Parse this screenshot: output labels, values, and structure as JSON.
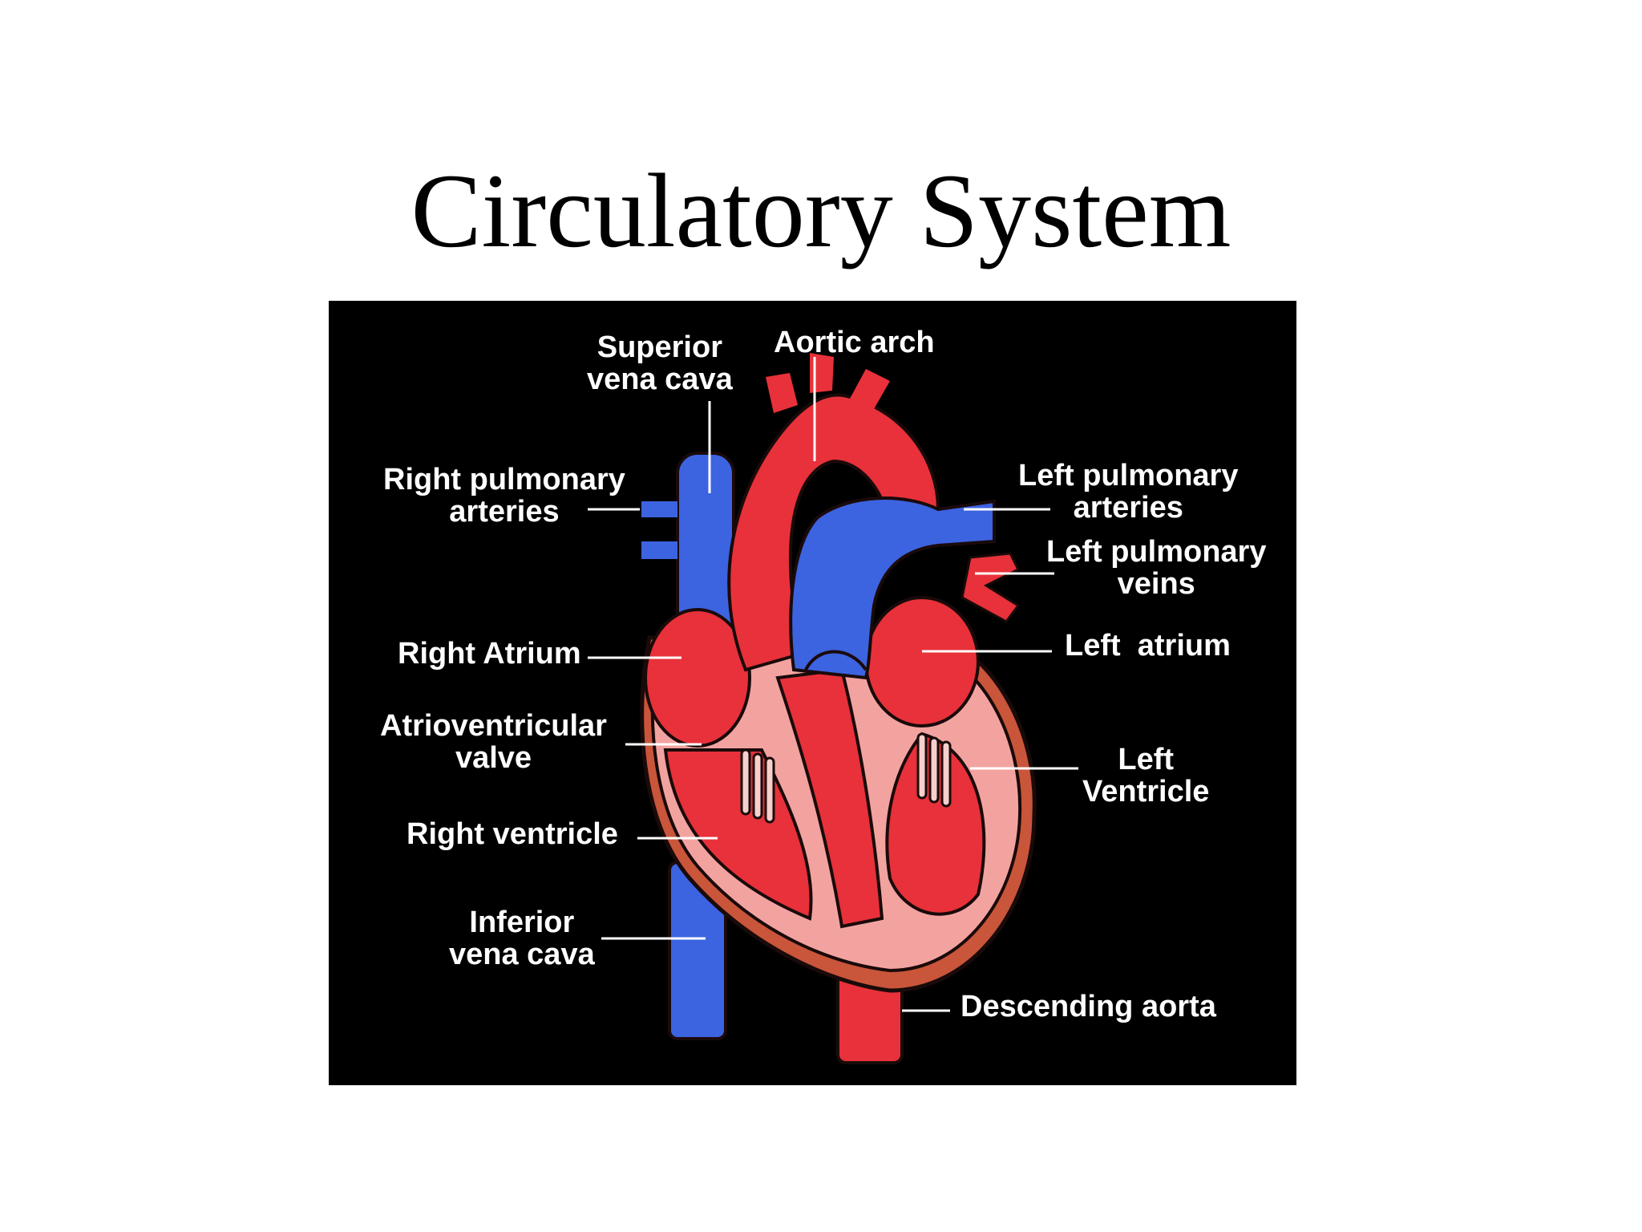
{
  "title": "Circulatory System",
  "labels": {
    "superior_vena_cava": "Superior\nvena cava",
    "aortic_arch": "Aortic arch",
    "right_pulmonary_arteries": "Right pulmonary\narteries",
    "left_pulmonary_arteries": "Left pulmonary\narteries",
    "left_pulmonary_veins": "Left pulmonary\nveins",
    "right_atrium": "Right Atrium",
    "left_atrium": "Left  atrium",
    "atrioventricular_valve": "Atrioventricular\nvalve",
    "left_ventricle": "Left\nVentricle",
    "right_ventricle": "Right ventricle",
    "inferior_vena_cava": "Inferior\nvena cava",
    "descending_aorta": "Descending aorta"
  },
  "colors": {
    "background": "#000000",
    "oxygenated": "#e8313a",
    "deoxygenated": "#3c63e0",
    "chamber_light": "#f2a3a0",
    "outline": "#1a0a0a"
  }
}
